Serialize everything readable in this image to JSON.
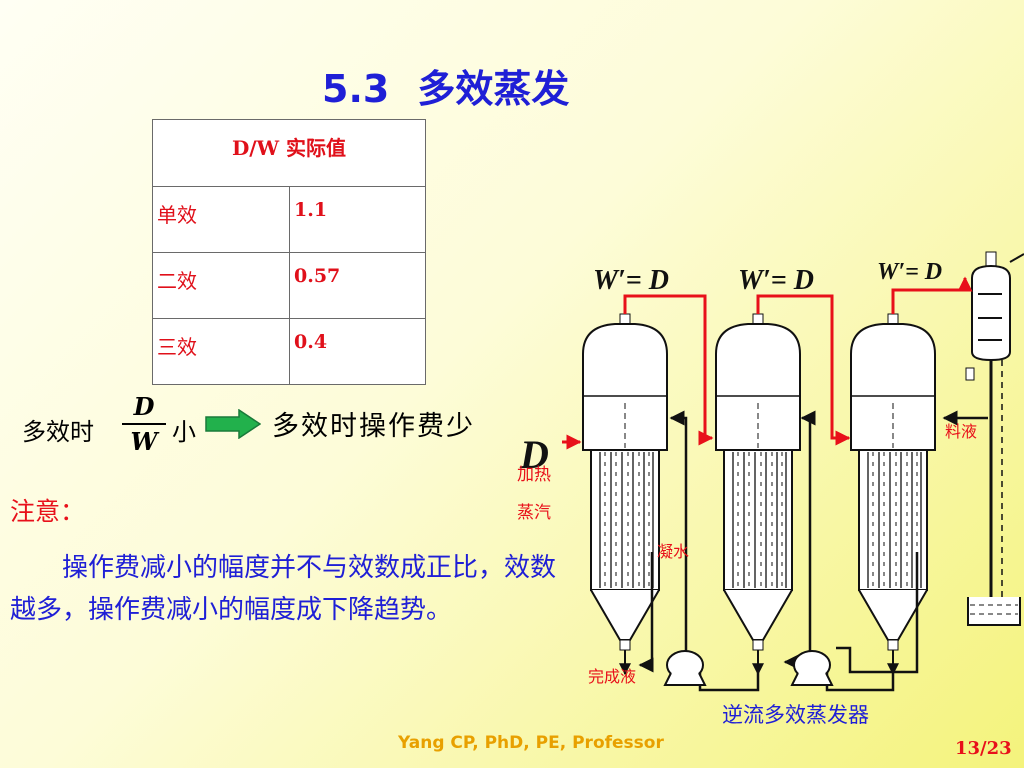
{
  "title": {
    "number": "5.3",
    "text": "多效蒸发"
  },
  "table": {
    "header": "D/W  实际值",
    "rows": [
      {
        "label": "单效",
        "value": "1.1"
      },
      {
        "label": "二效",
        "value": "0.57"
      },
      {
        "label": "三效",
        "value": "0.4"
      }
    ]
  },
  "formula": {
    "prefix": "多效时",
    "numerator": "D",
    "denominator": "W",
    "suffix": "小",
    "result": "多效时操作费少"
  },
  "note": {
    "title": "注意：",
    "body": "操作费减小的幅度并不与效数成正比，效数越多，操作费减小的幅度成下降趋势。"
  },
  "diagram": {
    "steam_eq": [
      "W′= D",
      "W′= D",
      "W′= D"
    ],
    "big_d": "D",
    "heating_steam_1": "加热",
    "heating_steam_2": "蒸汽",
    "condensate": "凝水",
    "feed": "料液",
    "product": "完成液",
    "caption": "逆流多效蒸发器"
  },
  "footer": {
    "author": "Yang CP, PhD, PE, Professor",
    "page": "13/23"
  },
  "colors": {
    "title": "#1f1fd6",
    "accent": "#e8101a",
    "footer": "#e8a000",
    "arrow": "#22b14c"
  }
}
